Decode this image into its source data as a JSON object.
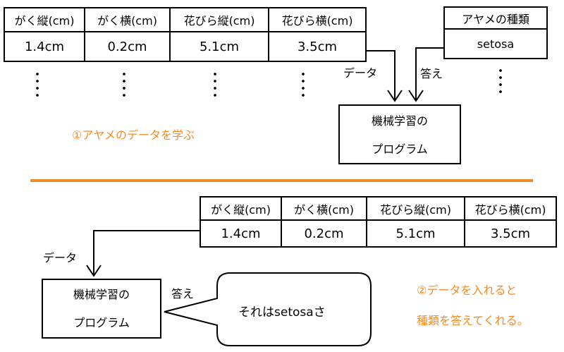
{
  "top_table": {
    "headers": [
      "がく縦(cm)",
      "がく横(cm)",
      "花びら縦(cm)",
      "花びら横(cm)"
    ],
    "values": [
      "1.4cm",
      "0.2cm",
      "5.1cm",
      "3.5cm"
    ]
  },
  "species_table": {
    "header": "アヤメの種類",
    "value": "setosa"
  },
  "top_labels": {
    "data": "データ",
    "answer": "答え"
  },
  "top_program": {
    "line1": "機械学習の",
    "line2": "プログラム"
  },
  "step1_caption": "①アヤメのデータを学ぶ",
  "divider_color": "#f28c28",
  "bottom_table": {
    "headers": [
      "がく縦(cm)",
      "がく横(cm)",
      "花びら縦(cm)",
      "花びら横(cm)"
    ],
    "values": [
      "1.4cm",
      "0.2cm",
      "5.1cm",
      "3.5cm"
    ]
  },
  "bottom_labels": {
    "data": "データ",
    "answer": "答え"
  },
  "bottom_program": {
    "line1": "機械学習の",
    "line2": "プログラム"
  },
  "speech_bubble": "それはsetosaさ",
  "step2_caption": {
    "line1": "②データを入れると",
    "line2": "種類を答えてくれる。"
  }
}
